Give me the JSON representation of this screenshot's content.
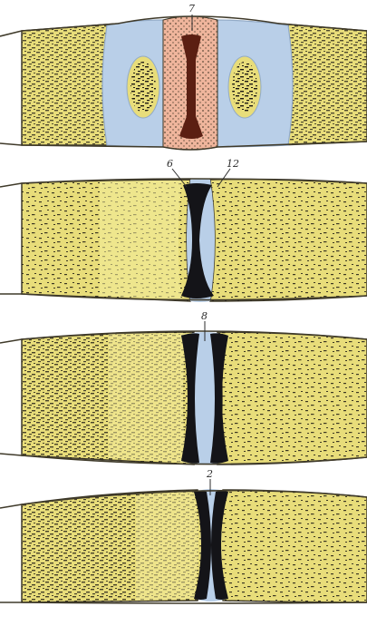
{
  "figure": {
    "panels": [
      {
        "id": "panel-1",
        "labels": [
          "7"
        ]
      },
      {
        "id": "panel-2",
        "labels": [
          "6",
          "12"
        ]
      },
      {
        "id": "panel-3",
        "labels": [
          "8"
        ]
      },
      {
        "id": "panel-4",
        "labels": [
          "2"
        ]
      }
    ]
  },
  "colors": {
    "bone_fill": "#e8dd7a",
    "bone_light": "#f3ec9c",
    "bone_outline": "#3f3a2a",
    "cartilage_blue": "#b9cfe8",
    "cartilage_edge": "#93abc7",
    "disc_pink": "#efb59c",
    "dark_core": "#5b1f12",
    "dark_plate": "#141418",
    "speckle": "#1e1a14"
  }
}
